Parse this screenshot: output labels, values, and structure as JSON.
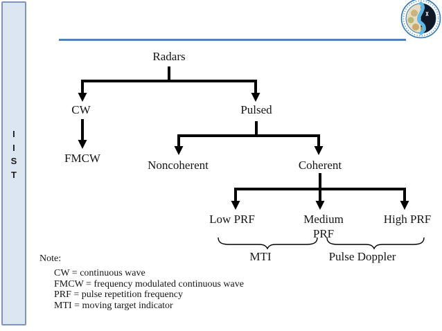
{
  "slide": {
    "sidebar": {
      "letters": [
        "I",
        "I",
        "S",
        "T"
      ]
    },
    "logo": {
      "icon": "iist-emblem-logo"
    }
  },
  "tree": {
    "nodes": {
      "radars": "Radars",
      "cw": "CW",
      "pulsed": "Pulsed",
      "fmcw": "FMCW",
      "noncoherent": "Noncoherent",
      "coherent": "Coherent",
      "low_prf": "Low PRF",
      "medium_prf": "Medium PRF",
      "high_prf": "High PRF"
    },
    "brace_labels": {
      "mti": "MTI",
      "pulse_doppler": "Pulse Doppler"
    }
  },
  "note": {
    "title": "Note:",
    "items": [
      "CW = continuous wave",
      "FMCW = frequency modulated continuous wave",
      "PRF = pulse repetition frequency",
      "MTI = moving target indicator"
    ]
  },
  "colors": {
    "accent_rule": "#4f81bd",
    "sidebar_fill": "#dce6f1",
    "sidebar_border": "#8093b8",
    "tree_lines": "#000000",
    "text": "#141414",
    "logo_dark": "#101826",
    "logo_swoosh": "#5bb8e8",
    "logo_land": "#c9b37e"
  }
}
